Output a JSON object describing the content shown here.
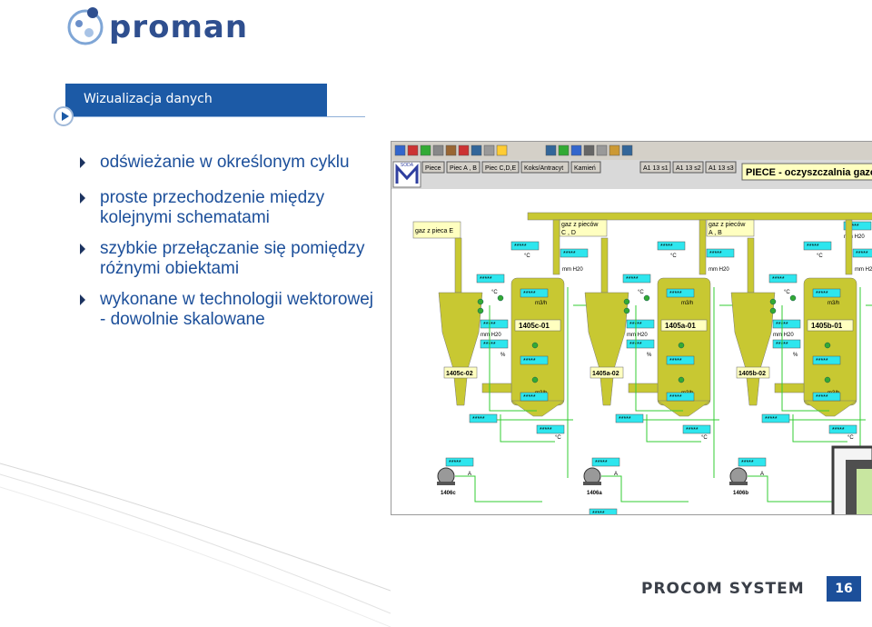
{
  "logo": {
    "text": "proman",
    "icon": "proman-logo-icon"
  },
  "section": {
    "title": "Wizualizacja danych"
  },
  "bullets": [
    {
      "text": "odświeżanie w określonym cyklu"
    },
    {
      "text": "proste przechodzenie między kolejnymi schematami"
    },
    {
      "text": "szybkie przełączanie się pomiędzy różnymi obiektami"
    },
    {
      "text": "wykonane w technologii wektorowej - dowolnie skalowane"
    }
  ],
  "scada": {
    "brand": "SODA",
    "nav_buttons": [
      "Piece",
      "Piec A , B",
      "Piec C,D,E",
      "Koks/Antracyt",
      "Kamień"
    ],
    "view_buttons": [
      "A1 13 s1",
      "A1 13 s2",
      "A1 13 s3"
    ],
    "screen_title": "PIECE - oczyszczalnia gazów",
    "gas_labels": {
      "e": "gaz z pieca E",
      "cd": "gaz z pieców C , D",
      "ab": "gaz z pieców A , B"
    },
    "placeholder": "*****",
    "units": {
      "pressure": "mm H20",
      "temperature": "°C",
      "flow": "m3/h",
      "percent": "%",
      "current": "A"
    },
    "columns": [
      {
        "column": "1405c-01",
        "cyclone": "1405c-02",
        "pump": "1406c"
      },
      {
        "column": "1405a-01",
        "cyclone": "1405a-02",
        "pump": "1406a"
      },
      {
        "column": "1405b-01",
        "cyclone": "1405b-02",
        "pump": "1406b"
      }
    ]
  },
  "footer": {
    "brand": "PROCOM SYSTEM",
    "page": "16"
  },
  "colors": {
    "accent": "#1c5aa6",
    "text": "#1c4f9a",
    "equipment": "#c8c832",
    "pipe": "#33cc33",
    "readout": "#2ee6ee"
  }
}
